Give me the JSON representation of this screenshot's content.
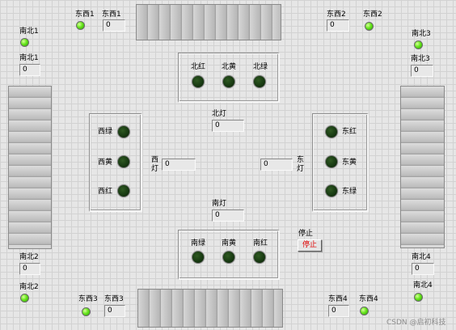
{
  "top_left": {
    "ew1_led_label": "东西1",
    "ew1_num_label": "东西1",
    "ew1_value": "0",
    "ns1_led_label": "南北1",
    "ns1_num_label": "南北1",
    "ns1_value": "0"
  },
  "top_right": {
    "ew2_num_label": "东西2",
    "ew2_value": "0",
    "ew2_led_label": "东西2",
    "ns3_led_label": "南北3",
    "ns3_num_label": "南北3",
    "ns3_value": "0"
  },
  "bottom_left": {
    "ns2_num_label": "南北2",
    "ns2_value": "0",
    "ns2_led_label": "南北2",
    "ew3_led_label": "东西3",
    "ew3_num_label": "东西3",
    "ew3_value": "0"
  },
  "bottom_right": {
    "ns4_num_label": "南北4",
    "ns4_value": "0",
    "ns4_led_label": "南北4",
    "ew4_num_label": "东西4",
    "ew4_value": "0",
    "ew4_led_label": "东西4"
  },
  "north": {
    "lights": [
      "北红",
      "北黄",
      "北绿"
    ],
    "lamp_label": "北灯",
    "lamp_value": "0"
  },
  "west": {
    "lights": [
      "西绿",
      "西黄",
      "西红"
    ],
    "lamp_label": "西\n灯",
    "lamp_value": "0"
  },
  "east": {
    "lights": [
      "东红",
      "东黄",
      "东绿"
    ],
    "lamp_label": "东\n灯",
    "lamp_value": "0"
  },
  "south": {
    "lights": [
      "南绿",
      "南黄",
      "南红"
    ],
    "lamp_label": "南灯",
    "lamp_value": "0"
  },
  "stop": {
    "label": "停止",
    "button_label": "停止"
  },
  "watermark": "CSDN @启初科技",
  "colors": {
    "led_on": "#66e61c",
    "led_off": "#183a12",
    "stop_text": "#e00000"
  }
}
